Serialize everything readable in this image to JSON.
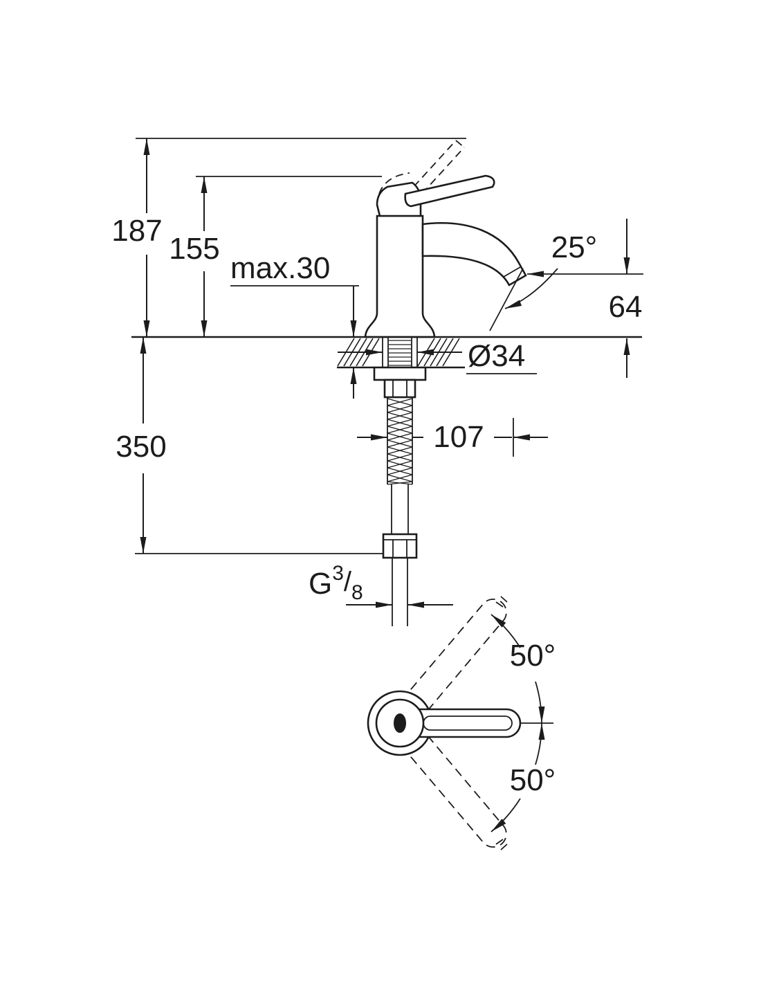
{
  "drawing": {
    "type": "technical-dimension-drawing",
    "subject": "single-lever basin mixer tap, side view with installation dimensions and top view of handle swivel range",
    "colors": {
      "line": "#1c1c1c",
      "background": "#ffffff"
    },
    "labels": {
      "overall_height": "187",
      "body_height": "155",
      "max_mounting_thickness": "max.30",
      "spout_angle": "25°",
      "outlet_height": "64",
      "hole_diameter": "Ø34",
      "hose_length": "350",
      "spout_reach": "107",
      "thread": {
        "prefix": "G",
        "numerator": "3",
        "slash": "/",
        "denominator": "8"
      },
      "swivel_upper": "50°",
      "swivel_lower": "50°"
    }
  }
}
